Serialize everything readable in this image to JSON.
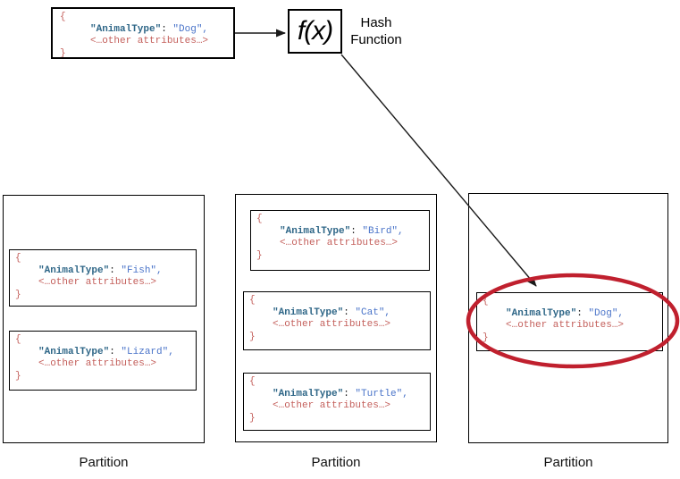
{
  "code": {
    "open_brace": "{",
    "key": "\"AnimalType\"",
    "colon": ": ",
    "attributes_placeholder": "<…other attributes…>",
    "close_brace": "}"
  },
  "input_document": {
    "animal_type": "\"Dog\","
  },
  "hash_function": {
    "formula": "f(x)",
    "label": [
      "Hash",
      "Function"
    ]
  },
  "partitions": [
    {
      "label": "Partition",
      "documents": [
        {
          "animal_type": "\"Fish\","
        },
        {
          "animal_type": "\"Lizard\","
        }
      ]
    },
    {
      "label": "Partition",
      "documents": [
        {
          "animal_type": "\"Bird\","
        },
        {
          "animal_type": "\"Cat\","
        },
        {
          "animal_type": "\"Turtle\","
        }
      ]
    },
    {
      "label": "Partition",
      "documents": [
        {
          "animal_type": "\"Dog\","
        }
      ]
    }
  ],
  "colors": {
    "code_key": "#2e6687",
    "code_value": "#4a74c9",
    "code_punctuation": "#c4605c",
    "highlight_ellipse": "#c0202e"
  }
}
